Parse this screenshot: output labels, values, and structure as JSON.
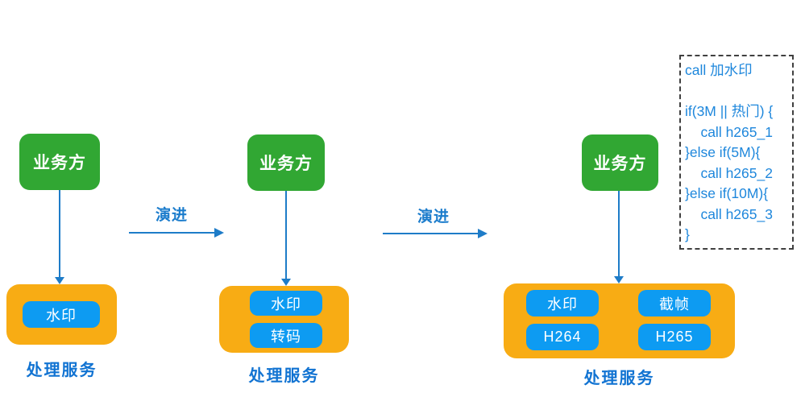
{
  "diagram": {
    "title_hint": "processing-service-evolution",
    "stages": [
      {
        "actor": "业务方",
        "label": "处理服务",
        "modules": [
          "水印"
        ]
      },
      {
        "actor": "业务方",
        "label": "处理服务",
        "modules": [
          "水印",
          "转码"
        ]
      },
      {
        "actor": "业务方",
        "label": "处理服务",
        "modules": [
          "水印",
          "截帧",
          "H264",
          "H265"
        ]
      }
    ],
    "evolution": {
      "arrow1_label": "演进",
      "arrow2_label": "演进"
    },
    "code_note": {
      "lines": [
        "call 加水印",
        "",
        "if(3M || 热门) {",
        "    call h265_1",
        "}else if(5M){",
        "    call h265_2",
        "}else if(10M){",
        "    call h265_3",
        "}"
      ]
    },
    "colors": {
      "actor_green": "#31A733",
      "service_orange": "#F8AC14",
      "module_blue": "#0D9BF2",
      "arrow_blue": "#1E7CC8",
      "service_label_blue": "#1173D2",
      "code_text_blue": "#1E87DC",
      "dash_border_gray": "#404040",
      "background": "#FFFFFF"
    }
  }
}
